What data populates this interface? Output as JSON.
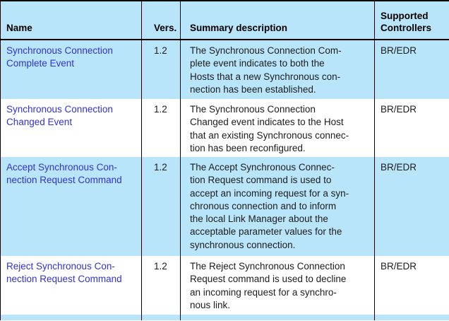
{
  "table": {
    "columns": [
      {
        "label": "Name"
      },
      {
        "label": "Vers."
      },
      {
        "label": "Summary description"
      },
      {
        "label": "Supported\nControllers"
      }
    ],
    "rows": [
      {
        "name": "Synchronous Connection\nComplete Event",
        "vers": "1.2",
        "summary": "The Synchronous Connection Com-\nplete event indicates to both the\nHosts that a new Synchronous con-\nnection has been established.",
        "controllers": "BR/EDR"
      },
      {
        "name": "Synchronous Connection\nChanged Event",
        "vers": "1.2",
        "summary": "The Synchronous Connection\nChanged event indicates to the Host\nthat an existing Synchronous connec-\ntion has been reconfigured.",
        "controllers": "BR/EDR"
      },
      {
        "name": "Accept Synchronous Con-\nnection Request Command",
        "vers": "1.2",
        "summary": "The Accept Synchronous Connec-\ntion Request command is used to\naccept an incoming request for a syn-\nchronous connection and to inform\nthe local Link Manager about the\nacceptable parameter values for the\nsynchronous connection.",
        "controllers": "BR/EDR"
      },
      {
        "name": "Reject Synchronous Con-\nnection Request Command",
        "vers": "1.2",
        "summary": "The Reject Synchronous Connection\nRequest command is used to decline\nan incoming request for a synchro-\nnous link.",
        "controllers": "BR/EDR"
      }
    ]
  },
  "colors": {
    "row_shade": "#b9e5fa",
    "link_blue": "#3232cf",
    "border_black": "#000000",
    "body_text": "#1c1c1c"
  }
}
